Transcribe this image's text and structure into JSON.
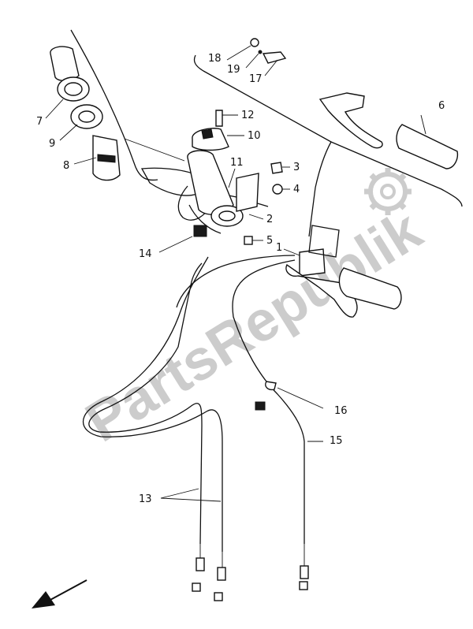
{
  "watermark": "PartsRepublik",
  "colors": {
    "line": "#111111",
    "watermark": "#cccccc",
    "background": "#ffffff"
  },
  "watermark_icon": "gear-icon",
  "direction_arrow_icon": "arrow-down-left-icon",
  "callouts": [
    "1",
    "2",
    "3",
    "4",
    "5",
    "6",
    "7",
    "8",
    "9",
    "10",
    "11",
    "12",
    "13",
    "14",
    "15",
    "16",
    "17",
    "18",
    "19"
  ]
}
